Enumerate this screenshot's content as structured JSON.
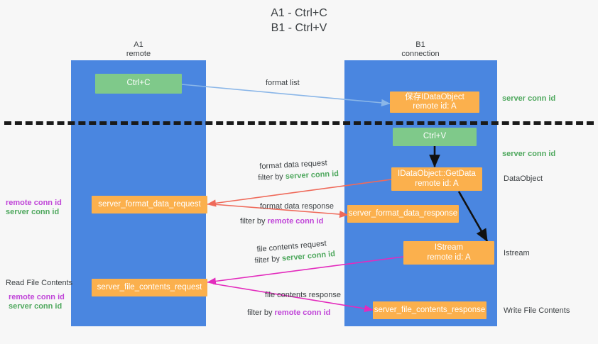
{
  "title": "A1 - Ctrl+C\nB1 - Ctrl+V",
  "lanes": [
    {
      "name": "A1",
      "header": "A1\nremote"
    },
    {
      "name": "B1",
      "header": "B1\nconnection"
    }
  ],
  "colors": {
    "lane": "#4a86e0",
    "green_box": "#7fc98a",
    "orange_box": "#fbb04d",
    "server_conn_id": "#4fa85e",
    "remote_conn_id": "#c045d8",
    "arrow_blue": "#8ab6e8",
    "arrow_red": "#ef6a5a",
    "arrow_magenta": "#e32bbd",
    "arrow_black": "#111111",
    "divider": "#1a1a1a",
    "background": "#f7f7f7"
  },
  "boxes": {
    "ctrl_c": "Ctrl+C",
    "ctrl_v": "Ctrl+V",
    "save_idataobject": "保存IDataObject\nremote id: A",
    "idataobject_getdata": "IDataObject::GetData\nremote id: A",
    "istream": "IStream\nremote id: A",
    "server_format_data_request": "server_format_data_request",
    "server_format_data_response": "server_format_data_response",
    "server_file_contents_request": "server_file_contents_request",
    "server_file_contents_response": "server_file_contents_response"
  },
  "arrow_labels": {
    "format_list": "format list",
    "format_data_request": "format data request",
    "format_data_request_filter_prefix": "filter by ",
    "format_data_request_filter_value": "server conn id",
    "format_data_response": "format data response",
    "format_data_response_filter_prefix": "filter by ",
    "format_data_response_filter_value": "remote conn id",
    "file_contents_request": "file contents request",
    "file_contents_request_filter_prefix": "filter by ",
    "file_contents_request_filter_value": "server conn id",
    "file_contents_response": "file contents response",
    "file_contents_response_filter_prefix": "filter by ",
    "file_contents_response_filter_value": "remote conn id"
  },
  "right_labels": {
    "server_conn_id_top": "server conn id",
    "server_conn_id_mid": "server conn id",
    "dataobject": "DataObject",
    "istream": "Istream",
    "write_file_contents": "Write File Contents"
  },
  "left_labels": {
    "remote_conn_id_1": "remote conn id",
    "server_conn_id_1": "server conn id",
    "read_file_contents": "Read File Contents",
    "remote_conn_id_2": "remote conn id",
    "server_conn_id_2": "server conn id"
  }
}
